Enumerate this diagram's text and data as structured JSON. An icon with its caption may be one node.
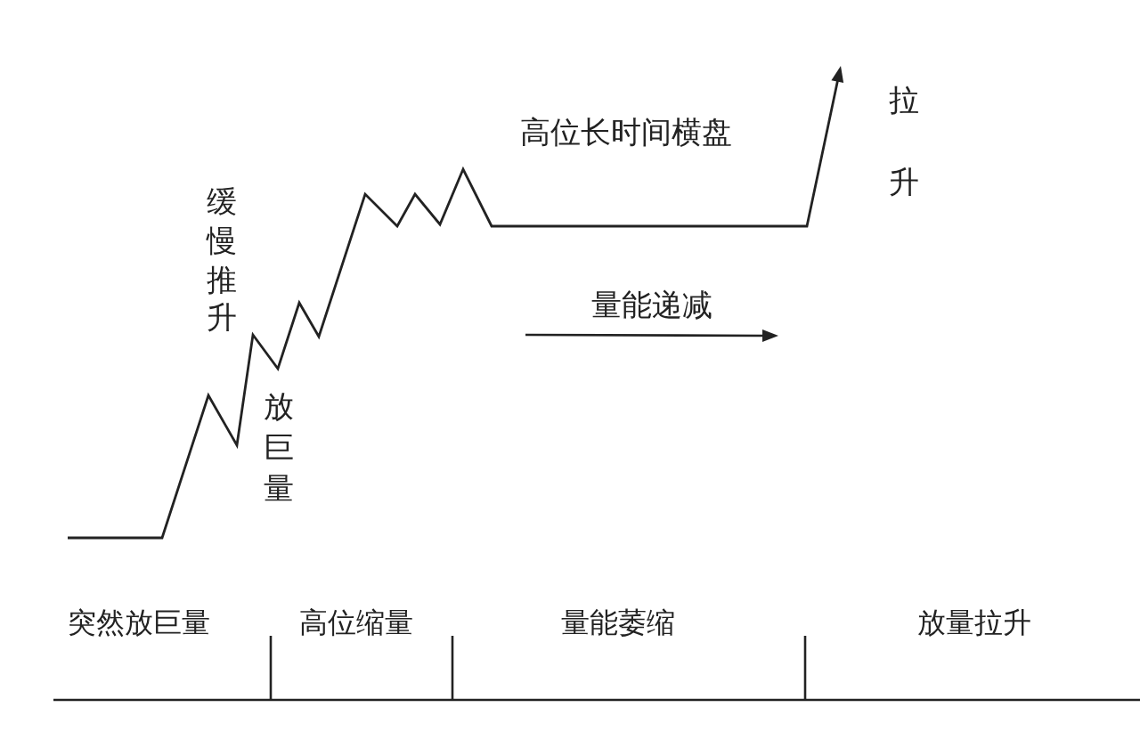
{
  "diagram": {
    "labels": [
      "高位长时间横盘",
      "拉升",
      "缓慢推升",
      "量能递减",
      "放巨量",
      "突然放巨量",
      "高位缩量",
      "量能萎缩",
      "放量拉升"
    ]
  }
}
